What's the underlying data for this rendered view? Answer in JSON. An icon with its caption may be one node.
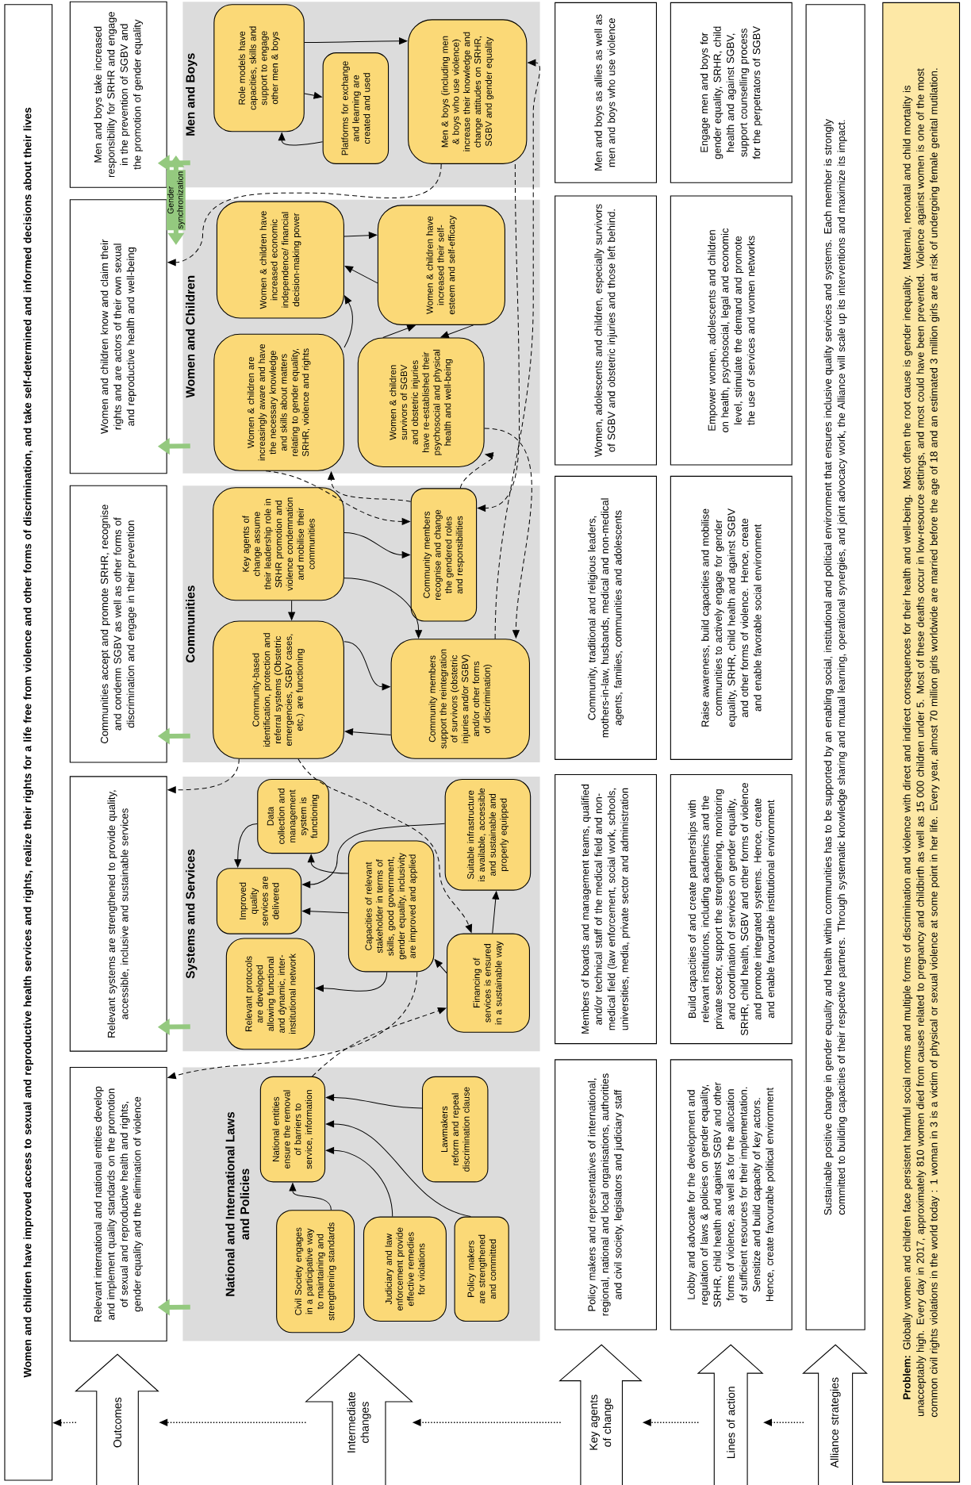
{
  "diagram": {
    "nodes": [
      {
        "text": [
          "Women and children have improved access to sexual and reproductive health services and rights, realize their rights for a life free from violence and other forms of discrimination, and take self-determined and informed decisions about their lives"
        ]
      },
      {
        "text": [
          "Outcomes"
        ]
      },
      {
        "text": [
          "Intermediate changes"
        ]
      },
      {
        "text": [
          "Key agents of change"
        ]
      },
      {
        "text": [
          "Lines of action"
        ]
      },
      {
        "text": [
          "Alliance strategies"
        ]
      },
      {
        "text": [
          "Relevant international and national entities develop and implement quality standards on the promotion of sexual and reproductive health and rights, gender equality and the elimination of violence"
        ]
      },
      {
        "text": [
          "Relevant systems are strengthened to provide quality, accessible, inclusive and sustainable services"
        ]
      },
      {
        "text": [
          "Communities accept and promote SRHR, recognise and condemn SGBV as well as other forms of discrimination and engage in their prevention"
        ]
      },
      {
        "text": [
          "Women and children know and claim their rights and are actors of their own sexual and reproductive health and well-being"
        ]
      },
      {
        "text": [
          "Men and boys take increased responsibility for SRHR and engage in the prevention of SGBV and the promotion of gender equality"
        ]
      },
      {
        "text": [
          "National and International Laws and Policies"
        ]
      },
      {
        "text": [
          "Civil Society engages in a participative way to maintaining and strengthening standards"
        ],
        "in": 11
      },
      {
        "text": [
          "Judiciary and law enforcement provide effective remedies for violations"
        ],
        "in": 11
      },
      {
        "text": [
          "Policy makers are strengthened and committed"
        ],
        "in": 11
      },
      {
        "text": [
          "National entities ensure the removal of barriers to service, information"
        ],
        "in": 11
      },
      {
        "text": [
          "Lawmakers reform and repeal discrimination clause"
        ],
        "in": 11
      },
      {
        "text": [
          "Systems and Services"
        ]
      },
      {
        "text": [
          "Relevant protocols are developed allowing functional and dynamic, inter-institutional network"
        ],
        "in": 17
      },
      {
        "text": [
          "Improved quality services are delivered"
        ],
        "in": 17
      },
      {
        "text": [
          "Data collection and management system is functioning"
        ],
        "in": 17
      },
      {
        "text": [
          "Capacities of relevant stakeholder in terms of skills, good government, gender equality, inclusivity are improved and applied"
        ],
        "in": 17
      },
      {
        "text": [
          "Financing of services is ensured in a sustainable way"
        ],
        "in": 17
      },
      {
        "text": [
          "Suitable infrastructure is available, accessible and sustainable and properly equipped"
        ],
        "in": 17
      },
      {
        "text": [
          "Communities"
        ]
      },
      {
        "text": [
          "Community-based identification, protection and referral systems (Obstetric emergencies, SGBV cases, etc.) are functioning"
        ],
        "in": 24
      },
      {
        "text": [
          "Key agents of change assume their leadership role in SRHR promotion and violence condemnation and mobilise their communities"
        ],
        "in": 24
      },
      {
        "text": [
          "Community members support the reintegration of survivors (obstetric injuries and/or SGBV) and/or other forms of discrimination)"
        ],
        "in": 24
      },
      {
        "text": [
          "Community members recognise and change the gendered roles and responsibilities"
        ],
        "in": 24
      },
      {
        "text": [
          "Women and Children"
        ]
      },
      {
        "text": [
          "Women & children are increasingly aware and have the necessary knowledge and skills about matters relating to gender equality, SRHR, violence and rights"
        ],
        "in": 29
      },
      {
        "text": [
          "Women & children have increased economic independence/ financial decision-making power"
        ],
        "in": 29
      },
      {
        "text": [
          "Women & children survivors of SGBV and obstetric injuries have re-established their psychosocial and physical health and well-being"
        ],
        "in": 29
      },
      {
        "text": [
          "Women & children have increased their self-esteem and self-efficacy"
        ],
        "in": 29
      },
      {
        "text": [
          "Men and Boys"
        ]
      },
      {
        "text": [
          "Role models have capacities, skills and support to engage other men & boys"
        ],
        "in": 34
      },
      {
        "text": [
          "Platforms for exchange and learning are created and used"
        ],
        "in": 34
      },
      {
        "text": [
          "Men & boys (including men & boys who use violence) increase their knowledge and change attitudes on SRHR, SGBV and gender equality"
        ],
        "in": 34
      },
      {
        "text": [
          "Policy makers and representatives of international, regional, national and local organisations, authorities and civil society, legislators and judiciary staff"
        ]
      },
      {
        "text": [
          "Members of boards and management teams, qualified and/or technical staff of the medical field and non-medical field (law enforcement, social work, schools, universities, media, private sector and administration"
        ]
      },
      {
        "text": [
          "Community, traditional and religious leaders, mothers-in-law, husbands, medical and non-medical agents, families, communities and adolescents"
        ]
      },
      {
        "text": [
          "Women, adolescents and children, especially survivors of SGBV and obstetric injuries and those left behind."
        ]
      },
      {
        "text": [
          "Men and boys as allies as well as men and boys who use violence"
        ]
      },
      {
        "text": [
          "Lobby and advocate for the development and regulation of laws & policies on gender equality, SRHR, child health and against SGBV and other forms of violence, as well as for the allocation of sufficient resources for their implementation. Sensitize and build capacity of key actors. Hence, create favourable political environment"
        ]
      },
      {
        "text": [
          "Build capacities of and create partnerships with relevant institutions, including academics and the private sector, support the strengthening, monitoring and coordination of services on gender equality, SRHR, child health, SGBV and other forms of violence and promote integrated systems. Hence, create and enable favourable institutional environment"
        ]
      },
      {
        "text": [
          "Raise awareness, build capacities and mobilise communities to actively engage for gender equality, SRHR, child health and against SGBV and other forms of violence. Hence, create and enable favorable social environment"
        ]
      },
      {
        "text": [
          "Empower women, adolescents and children on health, psychosocial, legal and economic level, stimulate the demand and promote the use of services and women networks"
        ]
      },
      {
        "text": [
          "Engage men and boys for gender equality, SRHR, child health and against SGBV, support counselling process for the perpetrators of SGBV"
        ]
      },
      {
        "text": [
          "Sustainable positive change in gender equality and health within communities has to be supported by an enabling social, institutional and political environment that ensures inclusive quality services and systems. Each member is strongly committed to building capacities of their respective partners. Through systematic knowledge sharing and mutual learning, operational synergies, and joint advocacy work, the Alliance will scale up its interventions and maximize its impact."
        ]
      },
      {
        "text": [
          "**Problem:** Globally women and children face persistent harmful social norms and multiple forms of discrimination and violence with direct and indirect consequences for their health and well-being. Most often the root cause is gender inequality. Maternal, neonatal and child mortality is unacceptably high. Every day in 2017, approximately 810 women died from causes related to pregnancy and childbirth as well as 15 000 children under 5. Most of these deaths occur in low-resource settings, and most could have been prevented. Violence against women is one of the most common civil rights violations in the world today : 1 woman in 3 is a victim of physical or sexual violence at some point in her life. Every year, almost 70 million girls worldwide are married before the age of 18 and an estimated 3 million girls are at risk of undergoing female genital mutilation."
        ]
      }
    ],
    "edges": [
      {
        "from": 5,
        "to": 4,
        "arrow": "to",
        "style": "dashed"
      },
      {
        "from": 4,
        "to": 3,
        "arrow": "to",
        "style": "dashed"
      },
      {
        "from": 3,
        "to": 2,
        "arrow": "to",
        "style": "dashed"
      },
      {
        "from": 2,
        "to": 1,
        "arrow": "to",
        "style": "dashed"
      },
      {
        "from": 1,
        "to": 0,
        "arrow": "to",
        "style": "dashed"
      },
      {
        "from": 11,
        "to": 6,
        "arrow": "to",
        "style": "thick",
        "color": "#94c97f"
      },
      {
        "from": 17,
        "to": 7,
        "arrow": "to",
        "style": "thick",
        "color": "#94c97f"
      },
      {
        "from": 24,
        "to": 8,
        "arrow": "to",
        "style": "thick",
        "color": "#94c97f"
      },
      {
        "from": 29,
        "to": 9,
        "arrow": "to",
        "style": "thick",
        "color": "#94c97f"
      },
      {
        "from": 34,
        "to": 10,
        "arrow": "to",
        "style": "thick",
        "color": "#94c97f"
      },
      {
        "from": 34,
        "to": 29,
        "arrow": "both",
        "style": "thick",
        "color": "#94c97f",
        "label": "Gender synchronization"
      },
      {
        "from": 12,
        "to": 15,
        "arrow": "to"
      },
      {
        "from": 13,
        "to": 15,
        "arrow": "to"
      },
      {
        "from": 14,
        "to": 15,
        "arrow": "to"
      },
      {
        "from": 16,
        "to": 15,
        "arrow": "to"
      },
      {
        "from": 15,
        "to": 22,
        "arrow": "to",
        "style": "dashed"
      },
      {
        "from": 21,
        "to": 6,
        "arrow": "to",
        "style": "dashed"
      },
      {
        "from": 20,
        "to": 19,
        "arrow": "to"
      },
      {
        "from": 21,
        "to": 20,
        "arrow": "to"
      },
      {
        "from": 21,
        "to": 19,
        "arrow": "to"
      },
      {
        "from": 23,
        "to": 19,
        "arrow": "to"
      },
      {
        "from": 22,
        "to": 23,
        "arrow": "to"
      },
      {
        "from": 22,
        "to": 21,
        "arrow": "to"
      },
      {
        "from": 21,
        "to": 18,
        "arrow": "to"
      },
      {
        "from": 25,
        "to": 7,
        "arrow": "to",
        "style": "dashed"
      },
      {
        "from": 25,
        "to": 22,
        "arrow": "to",
        "style": "dashed"
      },
      {
        "from": 26,
        "to": 28,
        "arrow": "to"
      },
      {
        "from": 26,
        "to": 25,
        "arrow": "to"
      },
      {
        "from": 26,
        "to": 27,
        "arrow": "to"
      },
      {
        "from": 25,
        "to": 27,
        "arrow": "to"
      },
      {
        "from": 27,
        "to": 25,
        "arrow": "to"
      },
      {
        "from": 30,
        "to": 28,
        "arrow": "to",
        "style": "dashed"
      },
      {
        "from": 28,
        "to": 30,
        "arrow": "to",
        "style": "dashed"
      },
      {
        "from": 30,
        "to": 31,
        "arrow": "to"
      },
      {
        "from": 31,
        "to": 33,
        "arrow": "to"
      },
      {
        "from": 33,
        "to": 31,
        "arrow": "to"
      },
      {
        "from": 32,
        "to": 33,
        "arrow": "to"
      },
      {
        "from": 33,
        "to": 32,
        "arrow": "to"
      },
      {
        "from": 37,
        "to": 9,
        "arrow": "to",
        "style": "dashed"
      },
      {
        "from": 37,
        "to": 28,
        "arrow": "to",
        "style": "dashed"
      },
      {
        "from": 27,
        "to": 37,
        "arrow": "to",
        "style": "dashed"
      },
      {
        "from": 32,
        "to": 27,
        "arrow": "to",
        "style": "dashed"
      },
      {
        "from": 28,
        "to": 32,
        "arrow": "to",
        "style": "dashed"
      },
      {
        "from": 35,
        "to": 37,
        "arrow": "to"
      },
      {
        "from": 35,
        "to": 36,
        "arrow": "to"
      },
      {
        "from": 36,
        "to": 35,
        "arrow": "to"
      }
    ]
  }
}
